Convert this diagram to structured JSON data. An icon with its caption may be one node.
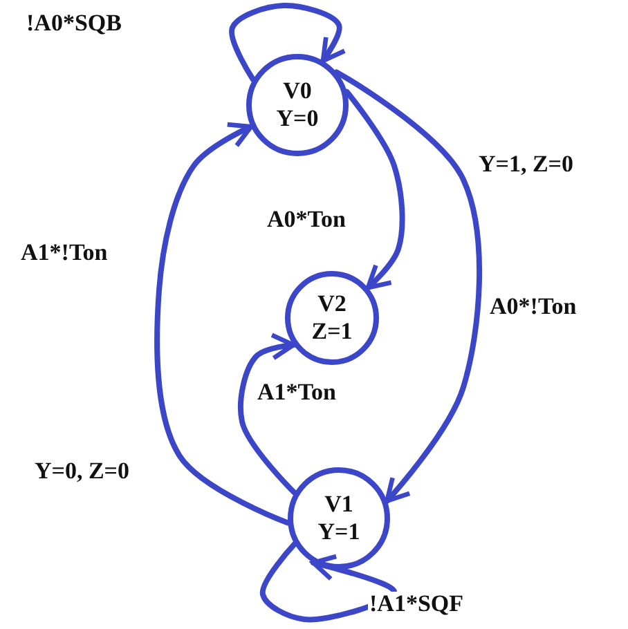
{
  "diagram": {
    "nodes": [
      {
        "text": [
          "V0",
          "Y=0"
        ]
      },
      {
        "text": [
          "V2",
          "Z=1"
        ]
      },
      {
        "text": [
          "V1",
          "Y=1"
        ]
      }
    ],
    "edges": [
      {
        "from": 0,
        "to": 0,
        "arrow": "to",
        "label": "!A0*SQB"
      },
      {
        "from": 0,
        "to": 1,
        "arrow": "to",
        "label": "A0*Ton"
      },
      {
        "from": 0,
        "to": 2,
        "arrow": "to",
        "label": "A0*!Ton"
      },
      {
        "from": 2,
        "to": 0,
        "arrow": "to",
        "label": "A1*!Ton"
      },
      {
        "from": 2,
        "to": 1,
        "arrow": "to",
        "label": "A1*Ton"
      },
      {
        "from": 2,
        "to": 2,
        "arrow": "to",
        "label": "!A1*SQF"
      }
    ],
    "labels": [
      "Y=1, Z=0",
      "Y=0, Z=0"
    ]
  }
}
